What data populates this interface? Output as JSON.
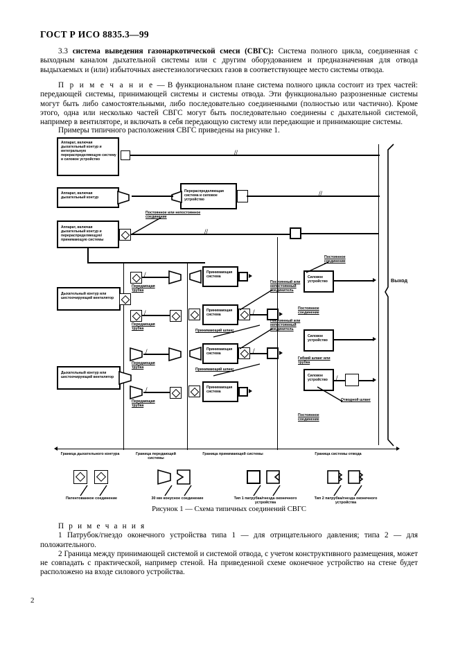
{
  "header": {
    "standard": "ГОСТ Р ИСО 8835.3—99",
    "page_number": "2"
  },
  "body": {
    "clause_number": "3.3",
    "term": "система выведения газонаркотической смеси (СВГС):",
    "definition": "Система полного цикла, соединенная с выходным каналом дыхательной системы или с другим оборудованием и предназначенная для отвода выдыхаемых и (или) избыточных анестезиологических газов в соответствующее место системы отвода.",
    "note_label": "П р и м е ч а н и е",
    "note_text": "— В функциональном плане система полного цикла состоит из трех частей: передающей системы, принимающей системы и системы отвода. Эти функционально разрозненные системы могут быть либо самостоятельными, либо последовательно соединенными (полностью или частично). Кроме этого, одна или несколько частей СВГС могут быть последовательно соединены с дыхательной системой, например в вентиляторе, и включать в себя передающую систему или передающие и принимающие системы.",
    "examples_line": "Примеры типичного расположения СВГС приведены на рисунке 1."
  },
  "figure": {
    "caption": "Рисунок 1 — Схема типичных соединений СВГС",
    "output_label": "Выход",
    "blocks": [
      {
        "id": "b1",
        "text": "Аппарат, включая дыхательный контур и интегральную перераспределяющую систему и силовое устройство"
      },
      {
        "id": "b2",
        "text": "Аппарат, включая дыхательный контур"
      },
      {
        "id": "b3",
        "text": "Аппарат, включая дыхательный контур и перераспределяющую/принимающую системы"
      },
      {
        "id": "b4",
        "text": "Перераспределяющая система и силовое устройство"
      },
      {
        "id": "b5",
        "text": "Дыхательный контур или шестоочирующий вентилятор"
      },
      {
        "id": "b6",
        "text": "Дыхательный контур или шестоочирующий вентилятор"
      },
      {
        "id": "r1",
        "text": "Принимающая система"
      },
      {
        "id": "r2",
        "text": "Принимающая система"
      },
      {
        "id": "r3",
        "text": "Принимающая система"
      },
      {
        "id": "r4",
        "text": "Принимающая система"
      },
      {
        "id": "p1",
        "text": "Силовое устройство"
      },
      {
        "id": "p2",
        "text": "Силовое устройство"
      },
      {
        "id": "p3",
        "text": "Силовое устройство"
      }
    ],
    "tube_labels": [
      "Передающая трубка",
      "Передающая трубка",
      "Передающая трубка",
      "Передающая трубка"
    ],
    "hose_labels": [
      "Принимающий шланг",
      "Принимающий шланг"
    ],
    "connector_labels": [
      "Постоянное или непостоянное соединение",
      "Постоянный или непостоянный соединитель",
      "Постоянный или непостоянный соединитель",
      "Постоянное соединение",
      "Постоянное соединение",
      "Постоянное соединение"
    ],
    "misc_labels": [
      "Гибкий шланг или трубка",
      "Отводной шланг"
    ],
    "boundaries": [
      "Граница дыхательного контура",
      "Граница передающей системы",
      "Граница принимающей системы",
      "Граница системы отвода"
    ],
    "legend": [
      "Патентованное соединение",
      "30 мм конусное соединение",
      "Тип 1 патрубка/гнезда оконечного устройства",
      "Тип 2 патрубка/гнезда оконечного устройства"
    ]
  },
  "notes": {
    "title": "П р и м е ч а н и я",
    "items": [
      "1  Патрубок/гнездо оконечного устройства типа 1 — для отрицательного давления; типа 2 — для положительного.",
      "2  Граница между принимающей системой и системой отвода, с учетом конструктивного размещения, может не совпадать с практической, например стеной. На приведенной схеме оконечное устройство на стене будет расположено на входе силового устройства."
    ]
  }
}
